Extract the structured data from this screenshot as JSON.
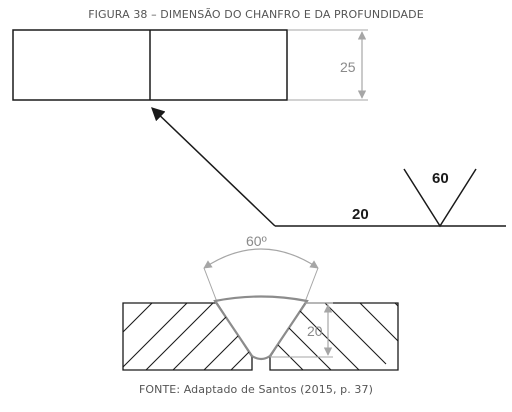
{
  "figure": {
    "title": "FIGURA 38 – DIMENSÃO DO CHANFRO E DA PROFUNDIDADE",
    "source": "FONTE: Adaptado de Santos (2015, p. 37)"
  },
  "symbol": {
    "depth_dim": "25",
    "groove_angle": "60",
    "groove_depth": "20"
  },
  "section": {
    "angle_label": "60º",
    "depth_label": "20"
  },
  "colors": {
    "line": "#1a1a1a",
    "dimension": "#a6a6a6",
    "bead": "#8c8c8c"
  }
}
